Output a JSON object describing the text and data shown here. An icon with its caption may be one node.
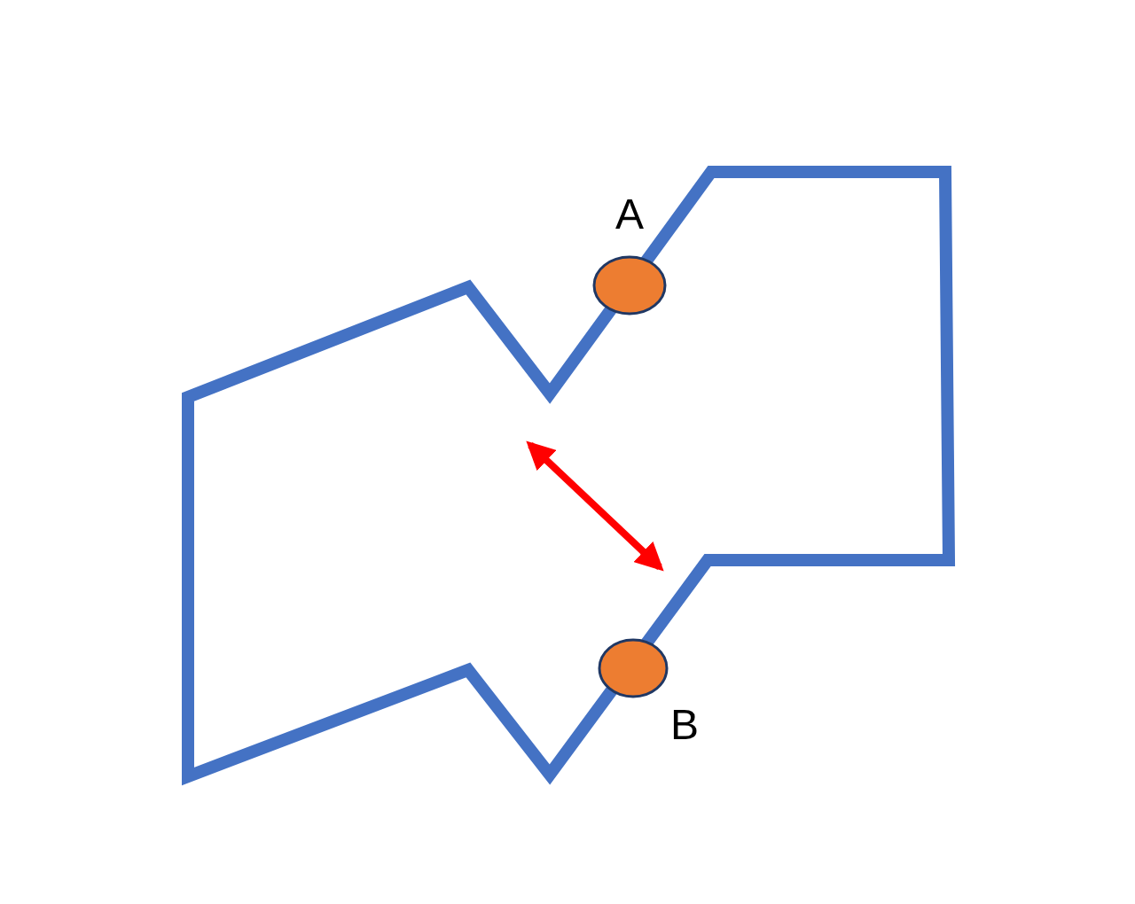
{
  "diagram": {
    "nodes": [
      {
        "text": [],
        "shape": "circle",
        "beside": [
          "A"
        ]
      },
      {
        "text": [],
        "shape": "circle",
        "beside": [
          "B"
        ]
      }
    ]
  }
}
